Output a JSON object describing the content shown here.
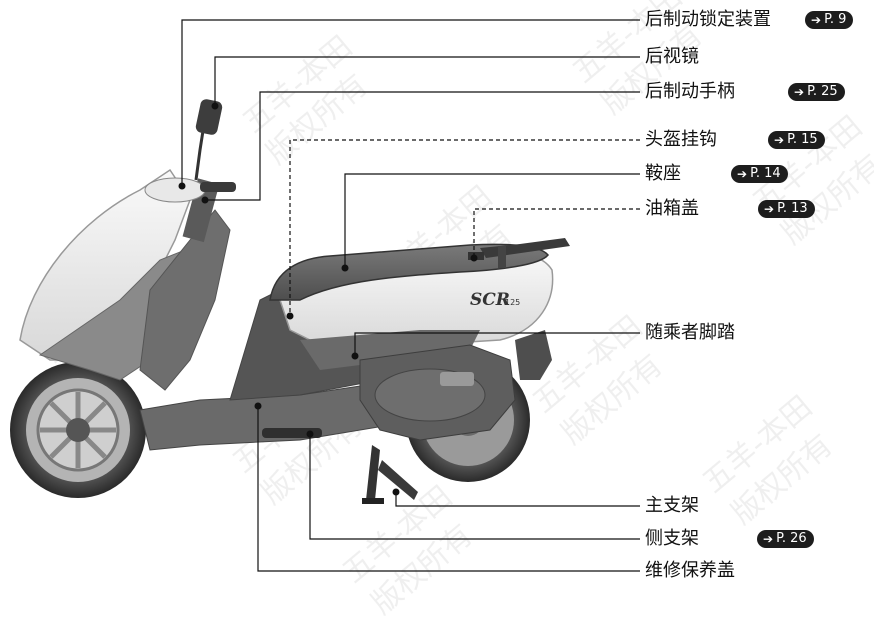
{
  "labels": {
    "rear_brake_lock": "后制动锁定装置",
    "rear_mirror": "后视镜",
    "rear_brake_lever": "后制动手柄",
    "helmet_hook": "头盔挂钩",
    "seat": "鞍座",
    "fuel_cap": "油箱盖",
    "passenger_footrest": "随乘者脚踏",
    "main_stand": "主支架",
    "side_stand": "侧支架",
    "maintenance_cover": "维修保养盖"
  },
  "page_refs": {
    "rear_brake_lock": "P. 9",
    "rear_brake_lever": "P. 25",
    "helmet_hook": "P. 15",
    "seat": "P. 14",
    "fuel_cap": "P. 13",
    "side_stand": "P. 26"
  },
  "scooter": {
    "badge": "SCR",
    "badge_sub": "125"
  },
  "watermark": {
    "line1": "五羊-本田",
    "line2": "版权所有"
  },
  "icons": {
    "ref_arrow": "➔"
  },
  "colors": {
    "body_white": "#f2f2f2",
    "body_gray": "#8c8c8c",
    "dark_plastic": "#4a4a4a",
    "tire": "#3a3a3a",
    "leader_line": "#111111"
  }
}
